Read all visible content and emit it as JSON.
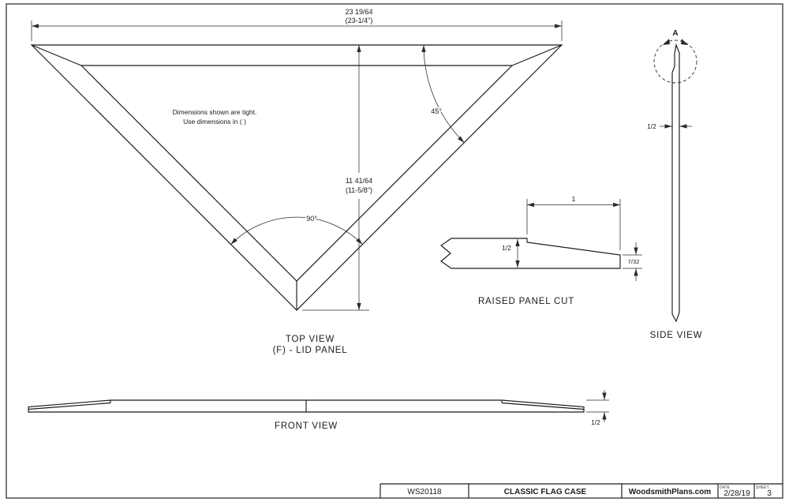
{
  "colors": {
    "line": "#1a1a1a",
    "dim": "#2b2b2b",
    "background": "#ffffff"
  },
  "top_view": {
    "dim_width_primary": "23 19/64",
    "dim_width_secondary": "(23-1/4\")",
    "dim_height_primary": "11 41/64",
    "dim_height_secondary": "(11-5/8\")",
    "dim_angle_corner": "45°",
    "dim_angle_apex": "90°",
    "note_line1": "Dimensions shown are tight.",
    "note_line2": "Use dimensions in ( )",
    "title_line1": "TOP VIEW",
    "title_line2": "(F) - LID PANEL"
  },
  "raised_panel_cut": {
    "dim_cut_width": "1",
    "dim_thickness": "1/2",
    "dim_edge_thickness": "7/32",
    "title": "RAISED PANEL CUT"
  },
  "side_view": {
    "detail_marker": "A",
    "dim_thickness": "1/2",
    "title": "SIDE VIEW"
  },
  "front_view": {
    "dim_thickness": "1/2",
    "title": "FRONT VIEW"
  },
  "title_block": {
    "plan_number": "WS20118",
    "project_title": "CLASSIC FLAG CASE",
    "website": "WoodsmithPlans.com",
    "date_label": "DATE",
    "date_value": "2/28/19",
    "sheet_label": "SHEET",
    "sheet_value": "3"
  }
}
